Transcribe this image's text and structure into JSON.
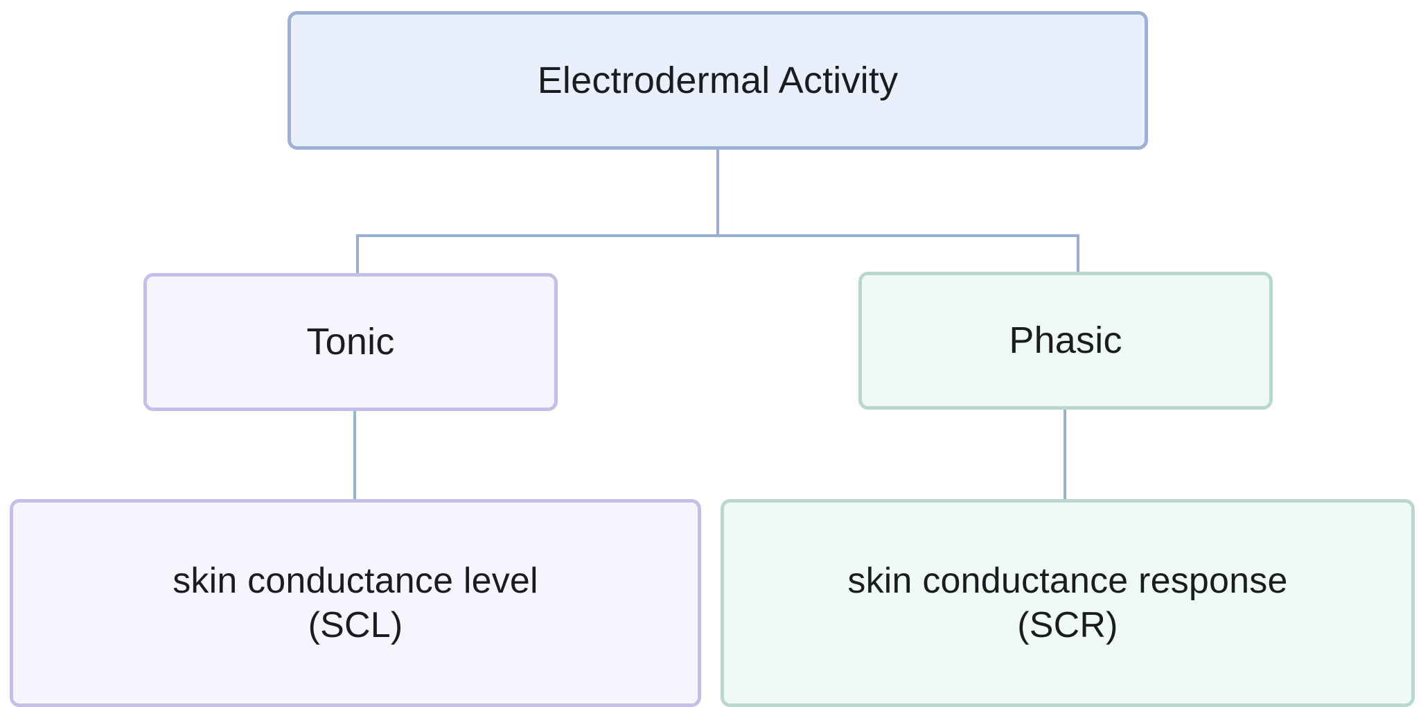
{
  "diagram": {
    "title": "Electrodermal Activity",
    "type": "hierarchy-tree",
    "background_color": "#ffffff",
    "connector_color": "#9aafd4",
    "nodes": [
      {
        "id": "root",
        "label": "Electrodermal Activity",
        "level": 0,
        "fill_color": "#e9f0fb",
        "border_color": "#9db0d8"
      },
      {
        "id": "tonic",
        "label": "Tonic",
        "level": 1,
        "fill_color": "#f7f4fd",
        "border_color": "#c3bfe8"
      },
      {
        "id": "phasic",
        "label": "Phasic",
        "level": 1,
        "fill_color": "#effaf6",
        "border_color": "#b8d8ce"
      },
      {
        "id": "scl",
        "label": "skin conductance level\n(SCL)",
        "level": 2,
        "fill_color": "#f7f4fd",
        "border_color": "#c3bfe8"
      },
      {
        "id": "scr",
        "label": "skin conductance response\n(SCR)",
        "level": 2,
        "fill_color": "#effaf6",
        "border_color": "#b8d8ce"
      }
    ],
    "edges": [
      {
        "from": "root",
        "to": "tonic"
      },
      {
        "from": "root",
        "to": "phasic"
      },
      {
        "from": "tonic",
        "to": "scl"
      },
      {
        "from": "phasic",
        "to": "scr"
      }
    ]
  }
}
